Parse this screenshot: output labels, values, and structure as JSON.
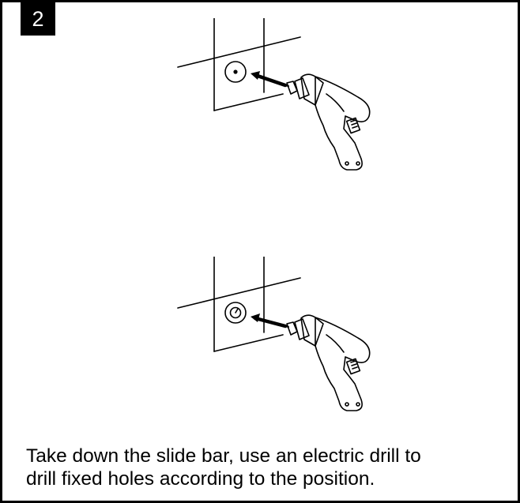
{
  "step": {
    "number": "2"
  },
  "caption": {
    "line1": "Take down the slide bar, use an electric drill to",
    "line2": "drill fixed holes according to the position."
  },
  "illustrations": [
    {
      "hole": "marked",
      "icon": "electric-drill-icon"
    },
    {
      "hole": "drilled",
      "icon": "electric-drill-icon"
    }
  ],
  "colors": {
    "ink": "#000000",
    "background": "#ffffff"
  }
}
